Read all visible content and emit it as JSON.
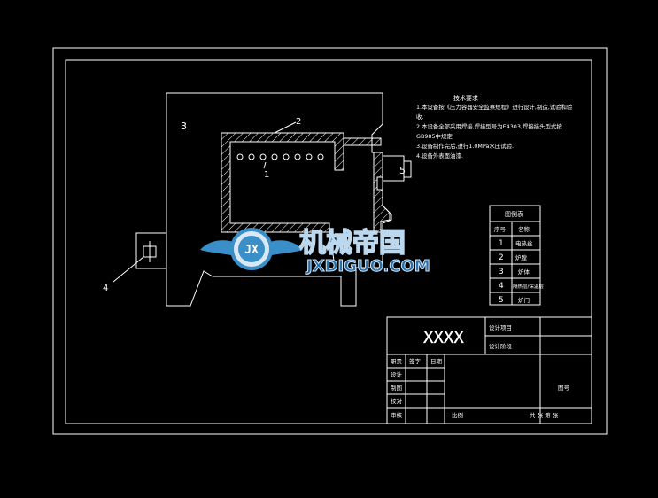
{
  "part_labels": {
    "p1": "1",
    "p2": "2",
    "p3": "3",
    "p4": "4",
    "p5": "5"
  },
  "tech_req": {
    "title": "技术要求",
    "lines": [
      "1.本设备按《压力容器安全监察规程》进行设计,制造,试验和验",
      "收.",
      "2.本设备全部采用焊接,焊接型号为E4303,焊接接头型式按",
      "GB985中规定",
      "3.设备制作完后,进行1.0MPa水压试验.",
      "4.设备外表面油漆."
    ]
  },
  "legend": {
    "title": "图例表",
    "headers": [
      "序号",
      "名称"
    ],
    "rows": [
      {
        "no": "1",
        "name": "电热丝"
      },
      {
        "no": "2",
        "name": "炉膛"
      },
      {
        "no": "3",
        "name": "炉体"
      },
      {
        "no": "4",
        "name": "隔热层/保温层"
      },
      {
        "no": "5",
        "name": "炉门"
      }
    ]
  },
  "title_block": {
    "drawing_title": "XXXX",
    "design_project": "设计项目",
    "design_stage": "设计阶段",
    "col_headers": [
      "职责",
      "签字",
      "日期"
    ],
    "roles": [
      "设计",
      "制图",
      "校对",
      "审核"
    ],
    "ratio_label": "比例",
    "sheet_label": "共 张 第 张",
    "drawing_no": "图号"
  },
  "watermark": {
    "logo_text": "JX",
    "brand_cn": "机械帝国",
    "site": "JXDIGUO.COM",
    "colors": {
      "primary": "#3a8fc8",
      "accent": "#2a6ea8"
    }
  }
}
